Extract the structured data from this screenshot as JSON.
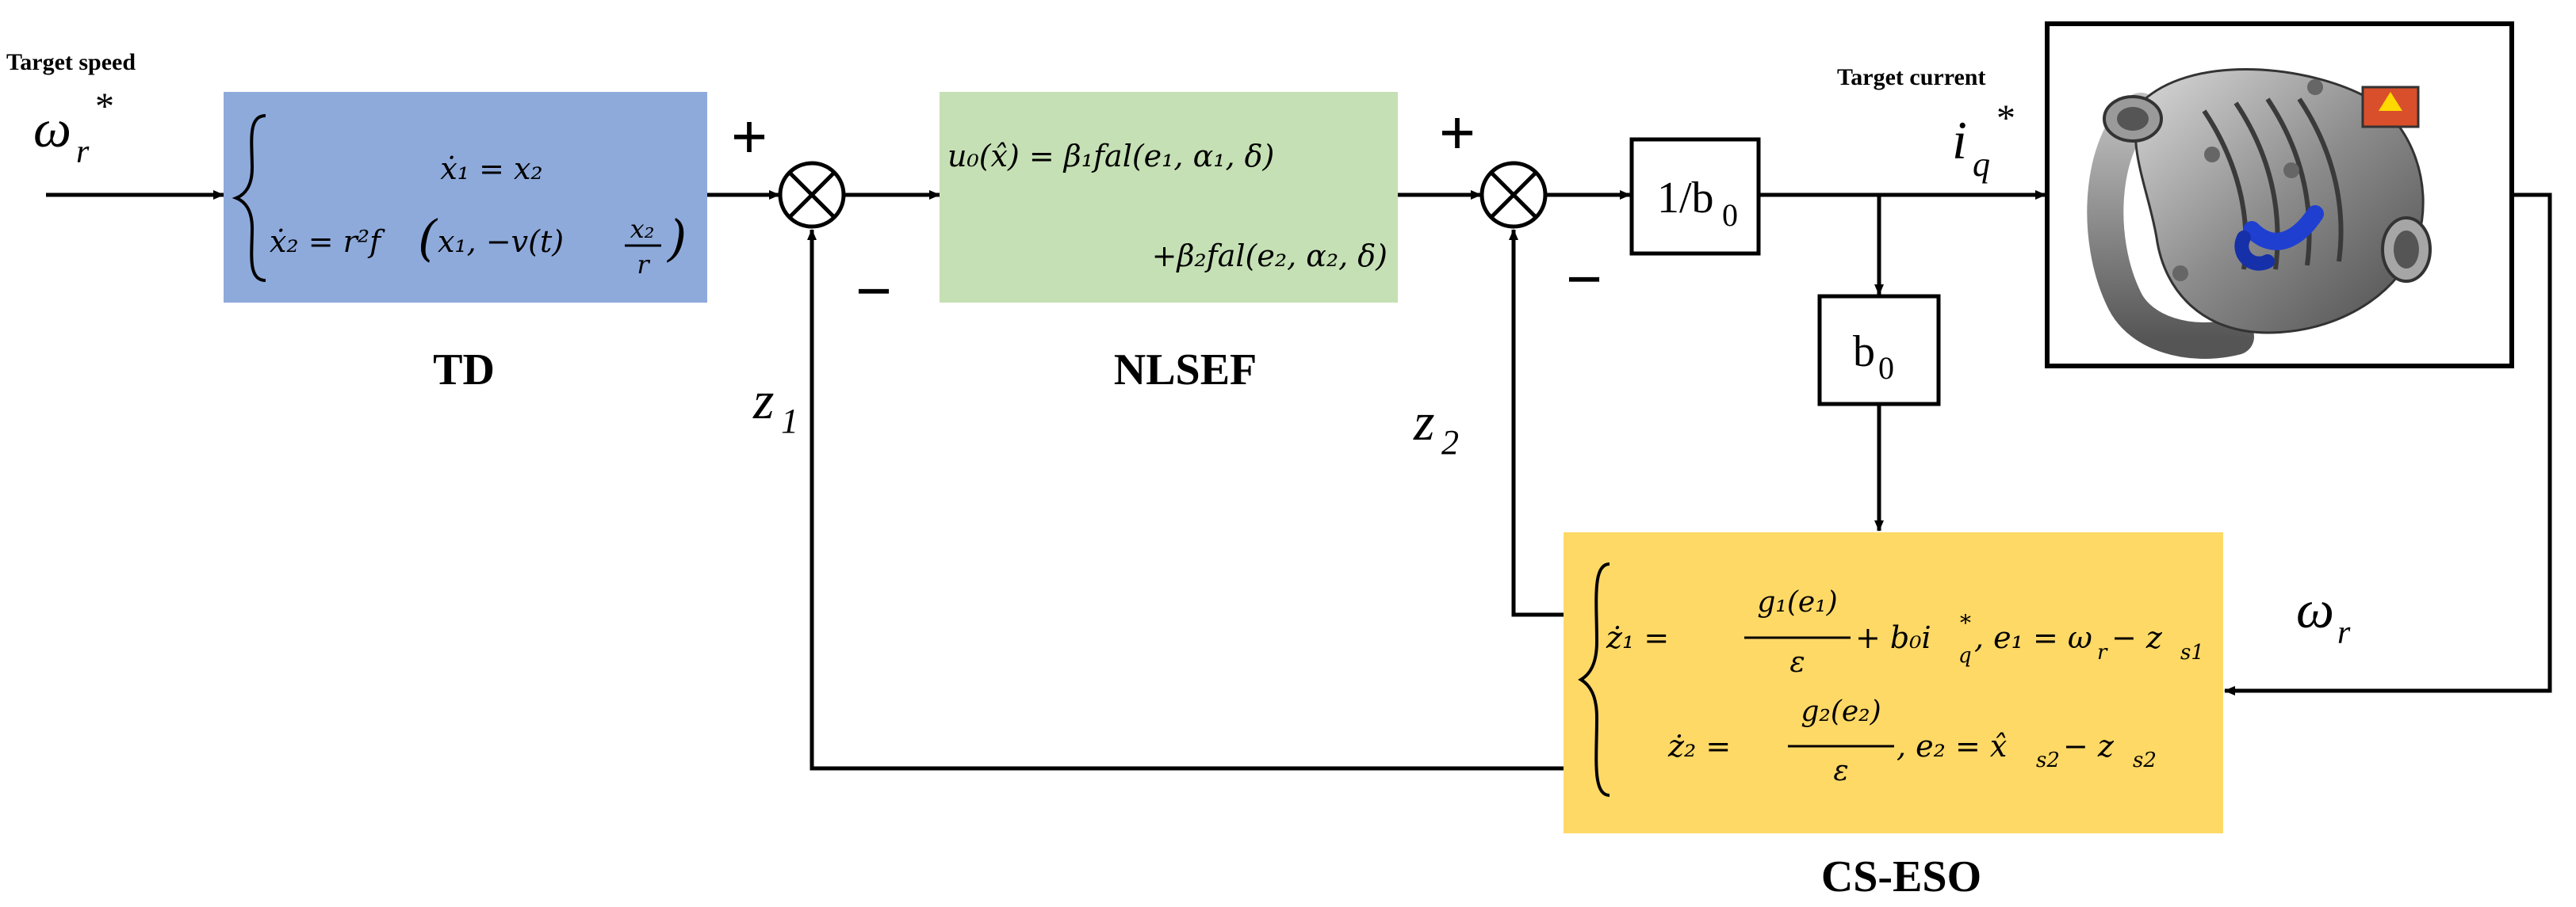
{
  "labels": {
    "target_speed": "Target speed",
    "target_current": "Target current",
    "omega_r_star": "ω",
    "omega_r_star_sub": "r",
    "omega_r_star_sup": "*",
    "i_q_star": "i",
    "i_q_star_sub": "q",
    "i_q_star_sup": "*",
    "omega_r": "ω",
    "omega_r_sub": "r",
    "z1": "z",
    "z1_sub": "1",
    "z2": "z",
    "z2_sub": "2",
    "plus_1": "+",
    "plus_2": "+",
    "minus_1": "−",
    "minus_2": "−"
  },
  "blocks": {
    "td": {
      "name": "TD",
      "color": "#8eaadb",
      "eq1": "ẋ₁ = x₂",
      "eq2_a": "ẋ₂ = r²f",
      "eq2_b": "x₁, −v(t)",
      "eq2_num": "x₂",
      "eq2_den": "r"
    },
    "nlsef": {
      "name": "NLSEF",
      "color": "#c5e0b4",
      "eq1": "u₀(x̂) = β₁fal(e₁, α₁, δ)",
      "eq2": "+β₂fal(e₂, α₂, δ)"
    },
    "inv_b0": {
      "label_main": "1/b",
      "label_sub": "0"
    },
    "b0": {
      "label_main": "b",
      "label_sub": "0"
    },
    "cs_eso": {
      "name": "CS-ESO",
      "color": "#ffd966",
      "eq1_lhs": "ż₁ =",
      "eq1_num": "g₁(e₁)",
      "eq1_den": "ε",
      "eq1_rhs": "+ b₀i",
      "eq1_rhs_q": "q",
      "eq1_rhs_star": "*",
      "eq1_tail": ", e₁ = ω",
      "eq1_tail_r": "r",
      "eq1_tail2": " − z",
      "eq1_tail2_s": "s1",
      "eq2_lhs": "ż₂ =",
      "eq2_num": "g₂(e₂)",
      "eq2_den": "ε",
      "eq2_rhs": ", e₂ = x̂",
      "eq2_rhs_s": "s2",
      "eq2_tail": " − z",
      "eq2_tail_s": "s2"
    }
  },
  "icons": {
    "summing_junction": "circle-cross-icon",
    "plant": "electric-compressor-picture"
  }
}
